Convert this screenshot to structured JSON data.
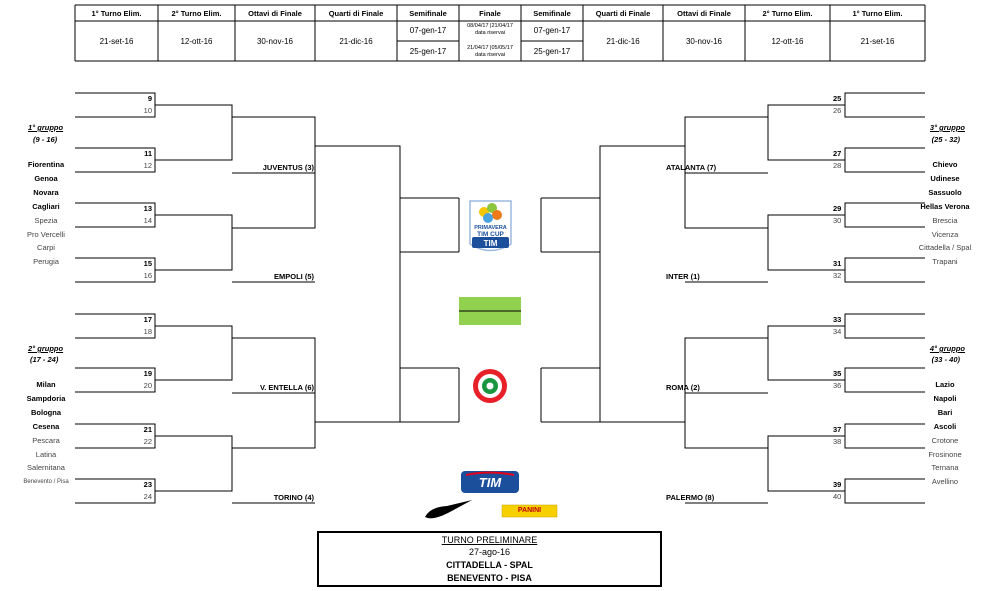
{
  "header": {
    "columns": [
      {
        "label": "1° Turno Elim.",
        "date": "21-set-16"
      },
      {
        "label": "2° Turno Elim.",
        "date": "12-ott-16"
      },
      {
        "label": "Ottavi di Finale",
        "date": "30-nov-16"
      },
      {
        "label": "Quarti di Finale",
        "date": "21-dic-16"
      },
      {
        "label": "Semifinale",
        "date": "07-gen-17",
        "date2": "25-gen-17"
      },
      {
        "label": "Finale",
        "date": "08/04/17 |21/04/17",
        "note": "data riservai",
        "date2": "21/04/17 |05/05/17",
        "note2": "data riservai"
      },
      {
        "label": "Semifinale",
        "date": "07-gen-17",
        "date2": "25-gen-17"
      },
      {
        "label": "Quarti di Finale",
        "date": "21-dic-16"
      },
      {
        "label": "Ottavi di Finale",
        "date": "30-nov-16"
      },
      {
        "label": "2° Turno Elim.",
        "date": "12-ott-16"
      },
      {
        "label": "1° Turno Elim.",
        "date": "21-set-16"
      }
    ]
  },
  "groups": {
    "g1": {
      "title": "1° gruppo",
      "range": "(9 - 16)"
    },
    "g2": {
      "title": "2° gruppo",
      "range": "(17 - 24)"
    },
    "g3": {
      "title": "3° gruppo",
      "range": "(25 - 32)"
    },
    "g4": {
      "title": "4° gruppo",
      "range": "(33 - 40)"
    }
  },
  "teams": {
    "g1": [
      "Fiorentina",
      "Genoa",
      "Novara",
      "Cagliari",
      "Spezia",
      "Pro Vercelli",
      "Carpi",
      "Perugia"
    ],
    "g2": [
      "Milan",
      "Sampdoria",
      "Bologna",
      "Cesena",
      "Pescara",
      "Latina",
      "Salernitana",
      "Benevento / Pisa"
    ],
    "g3": [
      "Chievo",
      "Udinese",
      "Sassuolo",
      "Hellas Verona",
      "Brescia",
      "Vicenza",
      "Cittadella / Spal",
      "Trapani"
    ],
    "g4": [
      "Lazio",
      "Napoli",
      "Bari",
      "Ascoli",
      "Crotone",
      "Frosinone",
      "Ternana",
      "Avellino"
    ]
  },
  "slots": {
    "left": [
      "9",
      "10",
      "11",
      "12",
      "13",
      "14",
      "15",
      "16",
      "17",
      "18",
      "19",
      "20",
      "21",
      "22",
      "23",
      "24"
    ],
    "right": [
      "25",
      "26",
      "27",
      "28",
      "29",
      "30",
      "31",
      "32",
      "33",
      "34",
      "35",
      "36",
      "37",
      "38",
      "39",
      "40"
    ]
  },
  "seeds": {
    "left": [
      "JUVENTUS (3)",
      "EMPOLI (5)",
      "V. ENTELLA (6)",
      "TORINO (4)"
    ],
    "right": [
      "ATALANTA (7)",
      "INTER (1)",
      "ROMA (2)",
      "PALERMO (8)"
    ]
  },
  "logos": {
    "cup_line1": "PRIMAVERA",
    "cup_line2": "TIM CUP",
    "cup_brand": "TIM",
    "sponsor_tim": "TIM",
    "sponsor_panini": "PANINI"
  },
  "prelim": {
    "title": "TURNO PRELIMINARE",
    "date": "27-ago-16",
    "match1": "CITTADELLA - SPAL",
    "match2": "BENEVENTO - PISA"
  },
  "colors": {
    "final_box": "#92d050",
    "coccarda_green": "#1a9641",
    "coccarda_red": "#e8202a",
    "tim_blue": "#1b4f9c",
    "tim_red": "#e3001b",
    "panini_yellow": "#f7d000"
  }
}
